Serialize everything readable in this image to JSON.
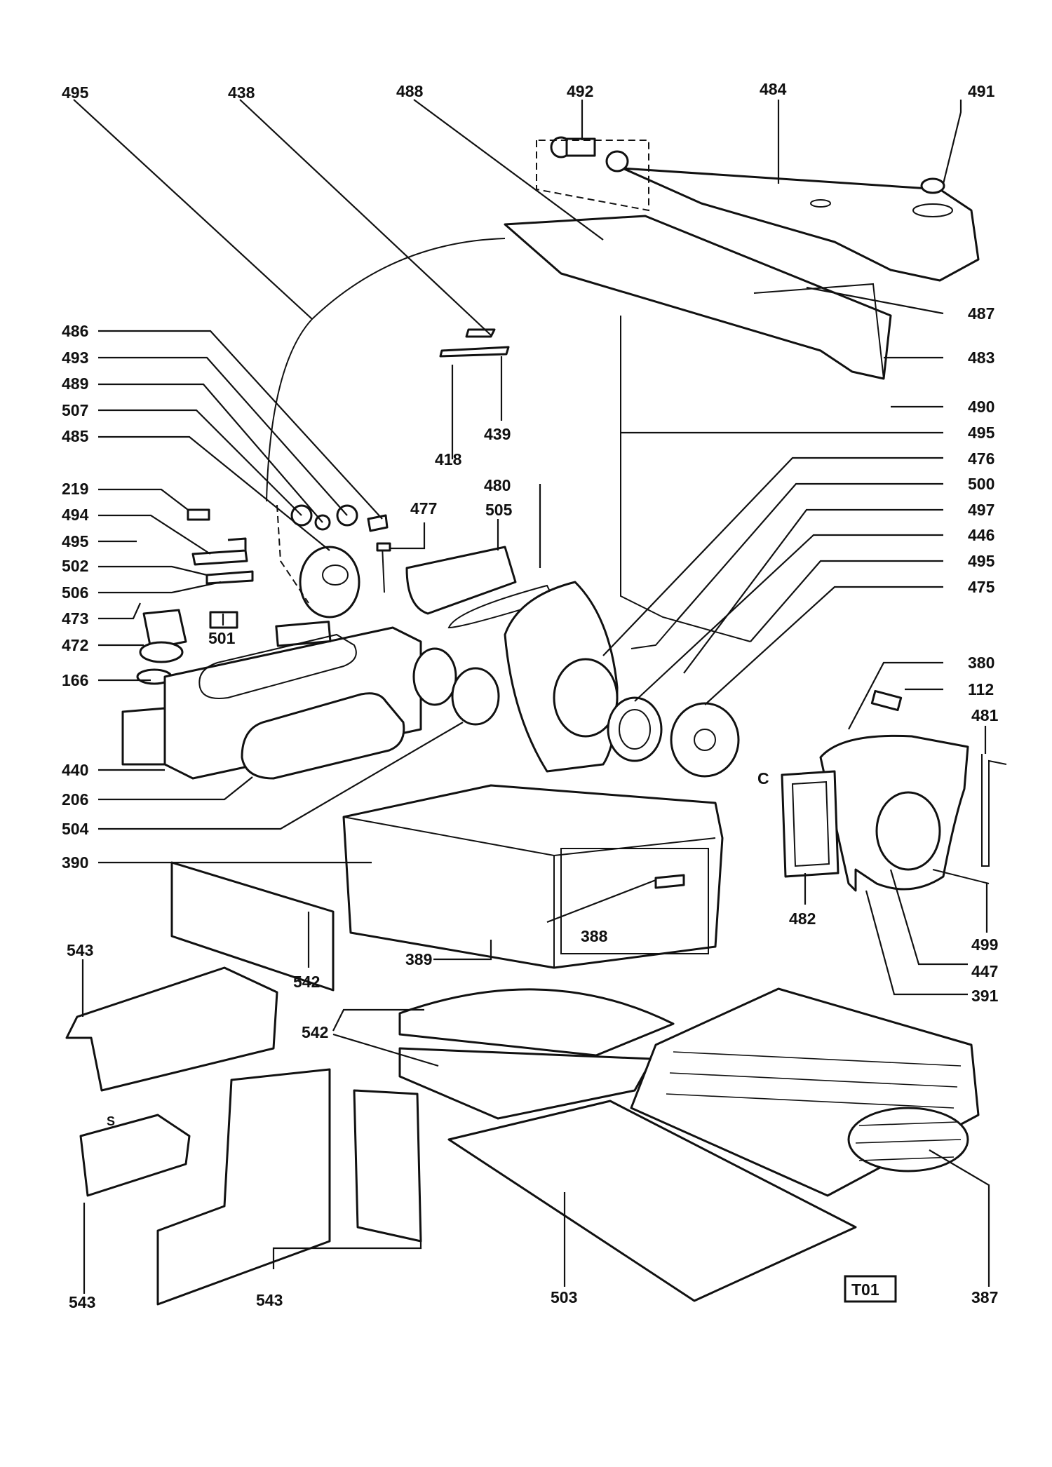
{
  "drawing_id": "T01",
  "point_labels": {
    "c": "C",
    "s": "S"
  },
  "callouts": {
    "c495_top": "495",
    "c438": "438",
    "c488": "488",
    "c492": "492",
    "c484": "484",
    "c491": "491",
    "c486": "486",
    "c493": "493",
    "c489": "489",
    "c507": "507",
    "c485": "485",
    "c219": "219",
    "c494": "494",
    "c495_left": "495",
    "c502": "502",
    "c506": "506",
    "c473": "473",
    "c472": "472",
    "c166": "166",
    "c501": "501",
    "c477": "477",
    "c505": "505",
    "c480": "480",
    "c418": "418",
    "c439": "439",
    "c487": "487",
    "c483": "483",
    "c490": "490",
    "c495_right": "495",
    "c476": "476",
    "c500": "500",
    "c497": "497",
    "c446": "446",
    "c495_right2": "495",
    "c475": "475",
    "c380": "380",
    "c112": "112",
    "c481": "481",
    "c440": "440",
    "c206": "206",
    "c504": "504",
    "c390": "390",
    "c388": "388",
    "c389": "389",
    "c482": "482",
    "c499": "499",
    "c447": "447",
    "c391": "391",
    "c543_a": "543",
    "c542_a": "542",
    "c542_b": "542",
    "c543_b": "543",
    "c543_c": "543",
    "c503": "503",
    "c387": "387"
  }
}
